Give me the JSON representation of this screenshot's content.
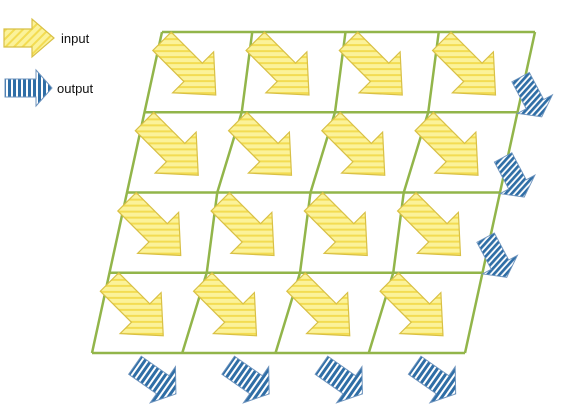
{
  "legend": {
    "input_label": "input",
    "output_label": "output",
    "input_icon": "input-arrow-icon",
    "output_icon": "output-arrow-icon"
  },
  "grid": {
    "rows": 4,
    "columns": 4
  },
  "colors": {
    "grid_line": "#92b54a",
    "input_fill": "#fbf29a",
    "input_stripe": "#f3dc52",
    "input_stroke": "#d8c046",
    "output_fill": "#2f6ea6",
    "output_stripe": "#ffffff",
    "output_stroke": "#6d93bd"
  },
  "outputs": {
    "bottom_edge": 4,
    "right_edge": 3
  }
}
